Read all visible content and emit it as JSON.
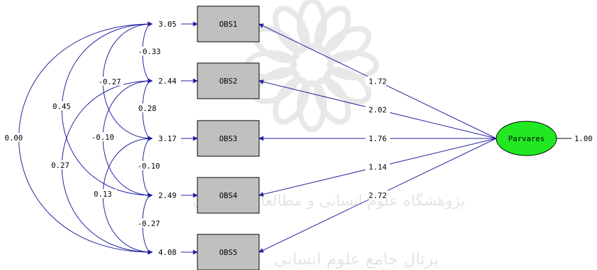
{
  "colors": {
    "line": "#1f1fa0",
    "box_fill": "#c0c0c0",
    "latent_fill": "#22e822",
    "watermark": "#d8d8d8"
  },
  "latent": {
    "label": "Parvares",
    "variance": "1.00"
  },
  "observed": [
    {
      "label": "OBS1",
      "error": "3.05",
      "loading": "1.72"
    },
    {
      "label": "OBS2",
      "error": "2.44",
      "loading": "2.02"
    },
    {
      "label": "OBS3",
      "error": "3.17",
      "loading": "1.76"
    },
    {
      "label": "OBS4",
      "error": "2.49",
      "loading": "1.14"
    },
    {
      "label": "OBS5",
      "error": "4.08",
      "loading": "2.72"
    }
  ],
  "covariances": [
    {
      "from": 1,
      "to": 2,
      "value": "-0.33"
    },
    {
      "from": 2,
      "to": 3,
      "value": "0.28"
    },
    {
      "from": 3,
      "to": 4,
      "value": "-0.10"
    },
    {
      "from": 4,
      "to": 5,
      "value": "-0.27"
    },
    {
      "from": 1,
      "to": 3,
      "value": "-0.27"
    },
    {
      "from": 2,
      "to": 4,
      "value": "-0.10"
    },
    {
      "from": 3,
      "to": 5,
      "value": "0.13"
    },
    {
      "from": 1,
      "to": 4,
      "value": "0.45"
    },
    {
      "from": 2,
      "to": 5,
      "value": "0.27"
    },
    {
      "from": 1,
      "to": 5,
      "value": "0.00"
    }
  ],
  "watermark": {
    "text_line1": "پژوهشگاه علوم انسانی و مطالعات فرهنگی",
    "text_line2": "پرتال جامع علوم انسانی"
  }
}
